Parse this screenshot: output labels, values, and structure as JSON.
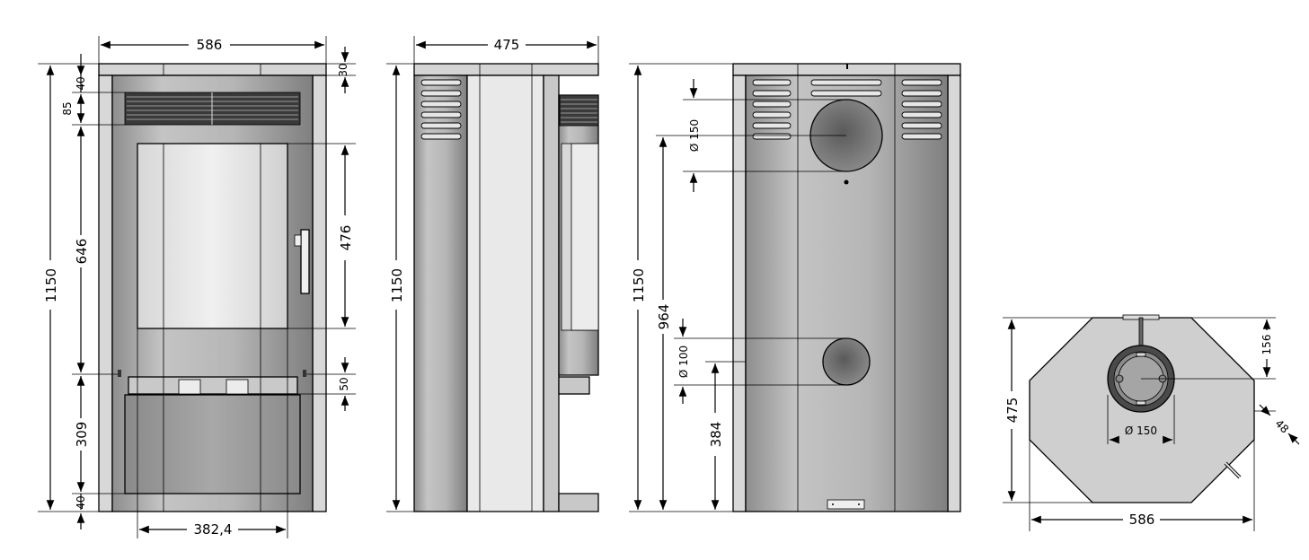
{
  "front_view": {
    "top_width": "586",
    "total_height": "1150",
    "top_plate": "30",
    "top_offset": "40",
    "grille_height": "85",
    "door_region_height": "646",
    "glass_height": "476",
    "ashpan_gap": "50",
    "lower_height": "309",
    "bottom_offset": "40",
    "glass_width": "382,4"
  },
  "side_view": {
    "depth": "475",
    "total_height": "1150"
  },
  "rear_view": {
    "total_height": "1150",
    "outlet_upper_height": "964",
    "outlet_upper_diameter": "Ø 150",
    "inlet_lower_diameter": "Ø 100",
    "inlet_lower_height": "384"
  },
  "top_view": {
    "depth": "475",
    "width": "586",
    "flue_offset": "156",
    "flue_diameter": "Ø 150",
    "corner_chamfer": "48"
  },
  "colors": {
    "body_gray": "#a9a9a9",
    "panel_light": "#e3e3e3",
    "top_plate": "#cfcfcf",
    "outlet_dark": "#6e6e6e"
  }
}
